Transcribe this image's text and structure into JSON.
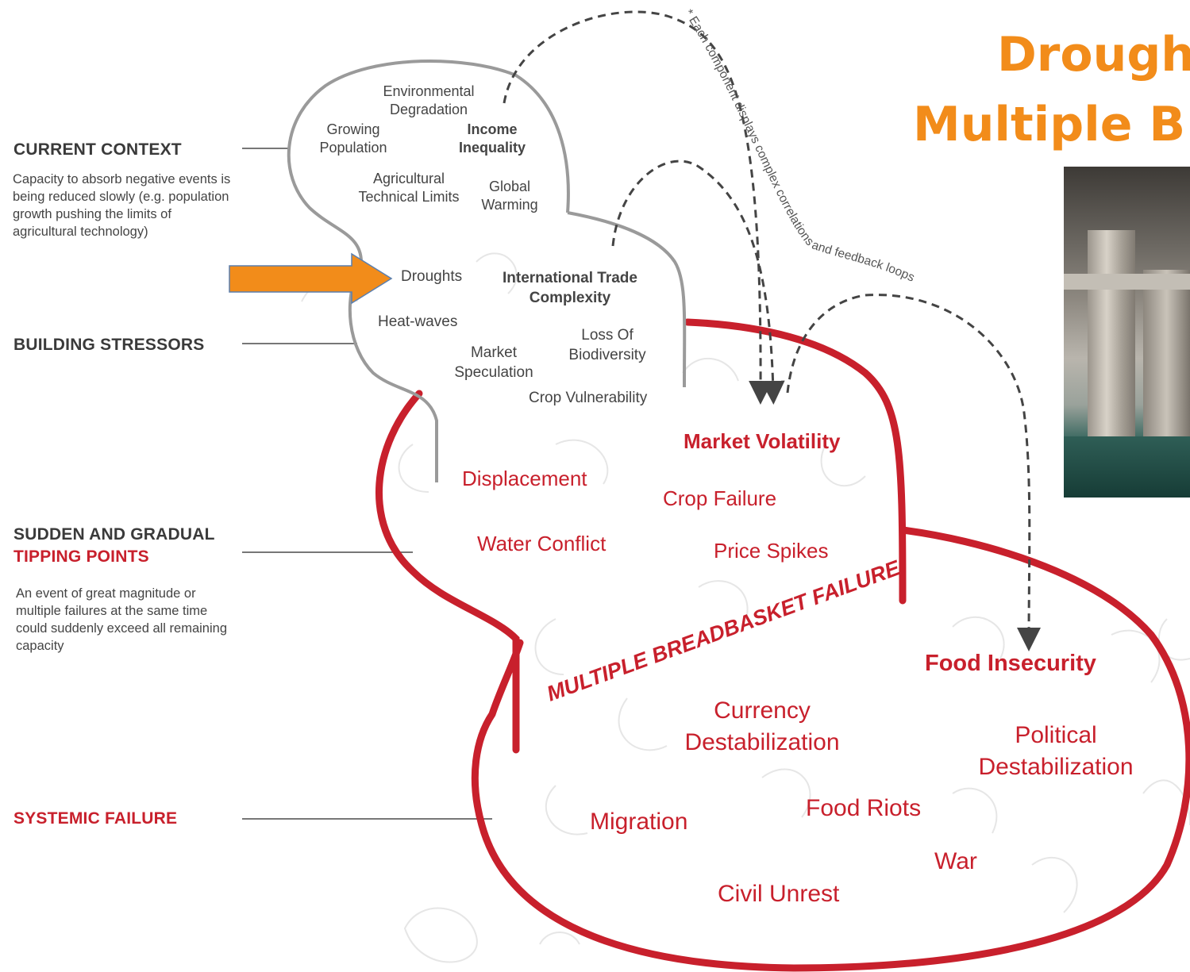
{
  "title": {
    "line1": "Drough",
    "line2": "Multiple B"
  },
  "stages": [
    {
      "heading": "CURRENT CONTEXT",
      "description": "Capacity to absorb negative events is being reduced slowly (e.g. population growth pushing the limits of agricultural technology)"
    },
    {
      "heading": "BUILDING STRESSORS"
    },
    {
      "heading_line1": "SUDDEN AND GRADUAL",
      "heading_line2": "TIPPING POINTS",
      "description": "An event of great magnitude or multiple failures at the same time could suddenly exceed all remaining capacity"
    },
    {
      "heading": "SYSTEMIC FAILURE"
    }
  ],
  "context_items": {
    "environmental_degradation": [
      "Environmental",
      "Degradation"
    ],
    "growing_population": [
      "Growing",
      "Population"
    ],
    "income_inequality": [
      "Income",
      "Inequality"
    ],
    "agricultural_limits": [
      "Agricultural",
      "Technical Limits"
    ],
    "global_warming": [
      "Global",
      "Warming"
    ]
  },
  "stressor_items": {
    "droughts": "Droughts",
    "trade_complexity": [
      "International Trade",
      "Complexity"
    ],
    "heat_waves": "Heat-waves",
    "biodiversity": [
      "Loss Of",
      "Biodiversity"
    ],
    "speculation": [
      "Market",
      "Speculation"
    ],
    "crop_vulnerability": "Crop Vulnerability"
  },
  "tipping_items": {
    "market_volatility": "Market Volatility",
    "displacement": "Displacement",
    "crop_failure": "Crop Failure",
    "water_conflict": "Water Conflict",
    "price_spikes": "Price Spikes"
  },
  "failure_items": {
    "banner": "MULTIPLE BREADBASKET FAILURE",
    "food_insecurity": "Food Insecurity",
    "currency": [
      "Currency",
      "Destabilization"
    ],
    "political": [
      "Political",
      "Destabilization"
    ],
    "migration": "Migration",
    "food_riots": "Food Riots",
    "war": "War",
    "civil_unrest": "Civil Unrest"
  },
  "feedback_note": "* Each component displays complex correlations and feedback loops",
  "colors": {
    "accent_red": "#c8202c",
    "orange": "#f28c1a",
    "outline_gray": "#9a9a9a"
  }
}
